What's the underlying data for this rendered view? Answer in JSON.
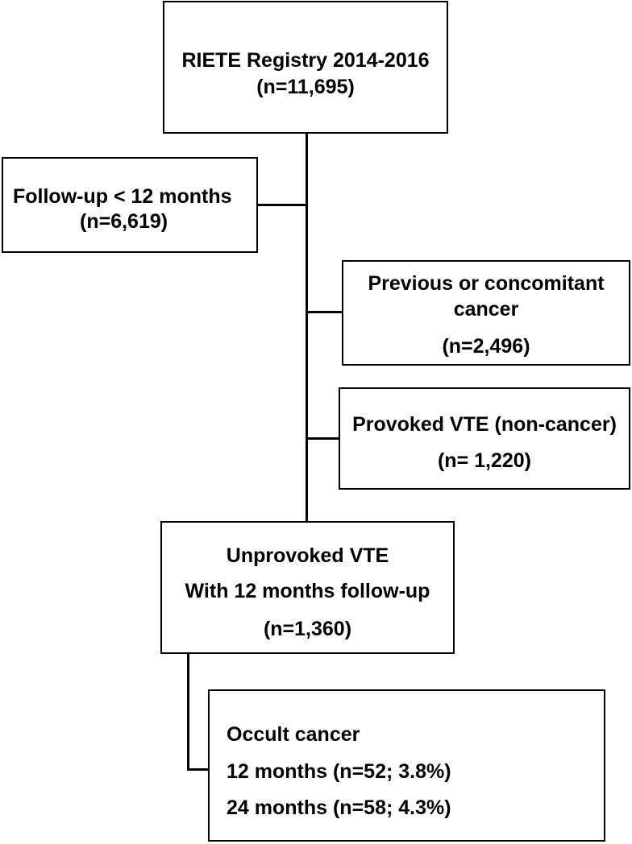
{
  "flowchart": {
    "registry": {
      "title": "RIETE Registry 2014-2016",
      "count": "(n=11,695)"
    },
    "followup_excluded": {
      "title": "Follow-up < 12 months",
      "count": "(n=6,619)"
    },
    "previous_cancer": {
      "title_line1": "Previous or concomitant",
      "title_line2": "cancer",
      "count": "(n=2,496)"
    },
    "provoked_vte": {
      "title": "Provoked VTE (non-cancer)",
      "count": "(n= 1,220)"
    },
    "unprovoked_vte": {
      "title_line1": "Unprovoked VTE",
      "title_line2": "With 12 months follow-up",
      "count": "(n=1,360)"
    },
    "occult_cancer": {
      "title": "Occult cancer",
      "line_12m": "12 months (n=52; 3.8%)",
      "line_24m": "24 months (n=58; 4.3%)"
    }
  }
}
